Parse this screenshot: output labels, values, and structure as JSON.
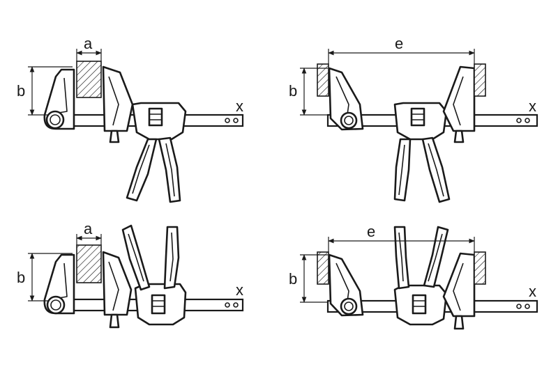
{
  "panels": [
    {
      "id": "clamp-closed",
      "labels": {
        "width": "a",
        "height": "b",
        "bar": "x"
      }
    },
    {
      "id": "spread-closed",
      "labels": {
        "span": "e",
        "height": "b",
        "bar": "x"
      }
    },
    {
      "id": "clamp-open",
      "labels": {
        "width": "a",
        "height": "b",
        "bar": "x"
      }
    },
    {
      "id": "spread-open",
      "labels": {
        "span": "e",
        "height": "b",
        "bar": "x"
      }
    }
  ],
  "icons": {
    "clamp": "bar-clamp-icon",
    "workpiece": "hatched-workpiece-icon"
  },
  "colors": {
    "line": "#1a1a1a",
    "background": "#ffffff"
  }
}
